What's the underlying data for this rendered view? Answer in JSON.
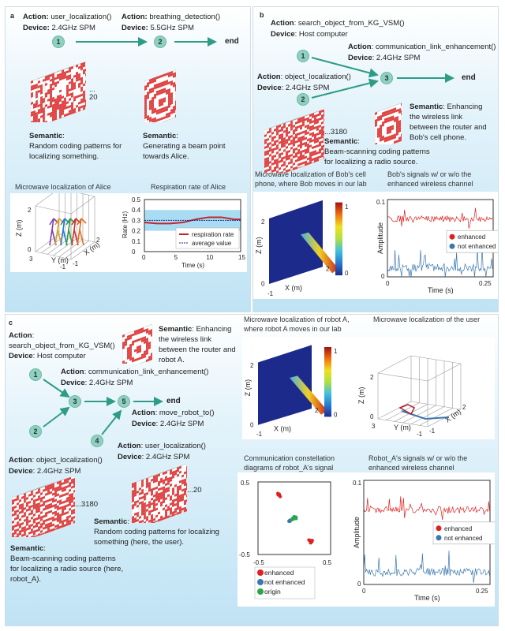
{
  "panel_a": {
    "letter": "a",
    "step1": {
      "action_label": "Action:",
      "action": "user_localization()",
      "device_label": "Device:",
      "device": "2.4GHz SPM",
      "node": "1"
    },
    "step2": {
      "action_label": "Action:",
      "action": "breathing_detection()",
      "device_label": "Device:",
      "device": "5.5GHz SPM",
      "node": "2"
    },
    "end": "end",
    "pattern_count": "...\n20",
    "semantic1": {
      "label": "Semantic",
      "text1": "Random coding patterns for",
      "text2": "localizing something."
    },
    "semantic2": {
      "label": "Semantic",
      "text1": "Generating a beam point",
      "text2": "towards Alice."
    },
    "plot_title_left": "Microwave localization of Alice",
    "plot_title_right": "Respiration rate of Alice"
  },
  "panel_b": {
    "letter": "b",
    "step1": {
      "action_label": "Action",
      "action": "search_object_from_KG_VSM()",
      "device_label": "Device",
      "device": "Host computer",
      "node": "1"
    },
    "step2": {
      "action_label": "Action",
      "action": "object_localization()",
      "device_label": "Device",
      "device": "2.4GHz SPM",
      "node": "2"
    },
    "step3": {
      "action_label": "Action",
      "action": "communication_link_enhancement()",
      "device_label": "Device",
      "device": "2.4GHz SPM",
      "node": "3"
    },
    "end": "end",
    "pattern_count": "...3180",
    "semantic_scan": {
      "label": "Semantic",
      "text1": "Beam-scanning coding patterns",
      "text2": "for localizing a radio source."
    },
    "semantic_link": {
      "label": "Semantic",
      "text0": ": Enhancing",
      "text1": "the wireless link",
      "text2": "between the router and",
      "text3": "Bob's cell phone."
    },
    "plot_title_left1": "Microwave localization of Bob's cell",
    "plot_title_left2": "phone, where Bob moves in our lab",
    "plot_title_right1": "Bob's signals w/ or w/o the",
    "plot_title_right2": "enhanced wireless channel"
  },
  "panel_c": {
    "letter": "c",
    "step1": {
      "action_label": "Action",
      "action": "search_object_from_KG_VSM()",
      "device_label": "Device",
      "device": "Host computer",
      "node": "1"
    },
    "step2": {
      "action_label": "Action",
      "action": "object_localization()",
      "device_label": "Device",
      "device": "2.4GHz SPM",
      "node": "2"
    },
    "step3": {
      "action_label": "Action",
      "action": "communication_link_enhancement()",
      "device_label": "Device",
      "device": "2.4GHz SPM",
      "node": "3"
    },
    "step4": {
      "action_label": "Action",
      "action": "user_localization()",
      "device_label": "Device",
      "device": "2.4GHz SPM",
      "node": "4"
    },
    "step5": {
      "action_label": "Action",
      "action": "move_robot_to()",
      "device_label": "Device",
      "device": "2.4GHz SPM",
      "node": "5"
    },
    "end": "end",
    "pattern_count_scan": "...3180",
    "pattern_count_random": "...20",
    "semantic_link": {
      "label": "Semantic",
      "text0": ": Enhancing",
      "text1": "the wireless link",
      "text2": "between the router and",
      "text3": "robot A."
    },
    "semantic_random": {
      "label": "Semantic",
      "text1": "Random coding patterns for localizing",
      "text2": "something  (here, the user)."
    },
    "semantic_scan": {
      "label": "Semantic",
      "text1": "Beam-scanning coding patterns",
      "text2": "for localizing a radio source (here,",
      "text3": "robot_A)."
    },
    "plot_title_robot1": "Microwave localization of robot A,",
    "plot_title_robot2": "where robot A moves in our lab",
    "plot_title_user": "Microwave localization of the user",
    "plot_title_const1": "Communication  constellation",
    "plot_title_const2": "diagrams of robot_A's signal",
    "plot_title_sig1": "Robot_A's signals w/ or w/o the",
    "plot_title_sig2": "enhanced wireless channel"
  },
  "colors": {
    "node": "#8fd0bf",
    "arrow": "#2e9c86",
    "pattern": "#e04545",
    "enhanced": "#e02020",
    "not_enhanced": "#3a78b0",
    "origin": "#2aa845"
  },
  "chart_data": [
    {
      "id": "alice_loc",
      "type": "scatter",
      "title": "Microwave localization of Alice",
      "xlabel": "X (m)",
      "ylabel": "Y (m)",
      "zlabel": "Z (m)",
      "xticks": [
        "-1",
        "2"
      ],
      "yticks": [
        "3",
        "-1"
      ],
      "zticks": [
        "0",
        "2"
      ]
    },
    {
      "id": "respiration",
      "type": "line",
      "title": "Respiration rate of Alice",
      "xlabel": "Time (s)",
      "ylabel": "Rate (Hz)",
      "xlim": [
        0,
        15
      ],
      "ylim": [
        0,
        0.5
      ],
      "xticks": [
        "0",
        "5",
        "10",
        "15"
      ],
      "yticks": [
        "0",
        "0.1",
        "0.2",
        "0.3",
        "0.4",
        "0.5"
      ],
      "band": [
        0.2,
        0.4
      ],
      "series": [
        {
          "name": "respiration rate",
          "x": [
            0,
            2,
            4,
            6,
            8,
            10,
            12,
            14,
            15
          ],
          "y": [
            0.28,
            0.27,
            0.27,
            0.28,
            0.31,
            0.33,
            0.33,
            0.31,
            0.31
          ]
        },
        {
          "name": "average value",
          "x": [
            0,
            15
          ],
          "y": [
            0.3,
            0.3
          ]
        }
      ]
    },
    {
      "id": "bob_loc",
      "type": "heatmap",
      "xlabel": "X (m)",
      "ylabel": "Z (m)",
      "xticks": [
        "-1",
        "2"
      ],
      "zticks": [
        "0",
        "2"
      ],
      "colorbar": [
        "0",
        "1"
      ]
    },
    {
      "id": "bob_signal",
      "type": "line",
      "xlabel": "Time (s)",
      "ylabel": "Amplitude",
      "xlim": [
        0,
        0.25
      ],
      "ylim": [
        0,
        0.1
      ],
      "xticks": [
        "0",
        "0.25"
      ],
      "yticks": [
        "0",
        "0.1"
      ],
      "series": [
        {
          "name": "enhanced",
          "mean": 0.075
        },
        {
          "name": "not enhanced",
          "mean": 0.012
        }
      ]
    },
    {
      "id": "robot_loc",
      "type": "heatmap",
      "xlabel": "X (m)",
      "ylabel": "Z (m)",
      "xticks": [
        "-1",
        "2"
      ],
      "zticks": [
        "0",
        "2"
      ],
      "colorbar": [
        "0",
        "1"
      ]
    },
    {
      "id": "user_loc",
      "type": "scatter",
      "xlabel": "X (m)",
      "ylabel": "Y (m)",
      "zlabel": "Z (m)",
      "xticks": [
        "-1",
        "2"
      ],
      "yticks": [
        "3",
        "-1"
      ],
      "zticks": [
        "0",
        "2"
      ]
    },
    {
      "id": "constellation",
      "type": "scatter",
      "xlim": [
        -0.5,
        0.5
      ],
      "ylim": [
        -0.5,
        0.5
      ],
      "xticks": [
        "-0.5",
        "0.5"
      ],
      "yticks": [
        "-0.5",
        "0.5"
      ],
      "series": [
        {
          "name": "enhanced",
          "points": [
            [
              -0.22,
              0.32
            ],
            [
              0.22,
              -0.32
            ]
          ]
        },
        {
          "name": "not enhanced",
          "points": [
            [
              0.0,
              0.0
            ],
            [
              -0.05,
              -0.03
            ]
          ]
        },
        {
          "name": "origin",
          "points": [
            [
              0.0,
              0.0
            ]
          ]
        }
      ]
    },
    {
      "id": "robot_signal",
      "type": "line",
      "xlabel": "Time (s)",
      "ylabel": "Amplitude",
      "xlim": [
        0,
        0.25
      ],
      "ylim": [
        0,
        0.1
      ],
      "xticks": [
        "0",
        "0.25"
      ],
      "yticks": [
        "0",
        "0.1"
      ],
      "series": [
        {
          "name": "enhanced",
          "mean": 0.072
        },
        {
          "name": "not enhanced",
          "mean": 0.012
        }
      ]
    }
  ]
}
